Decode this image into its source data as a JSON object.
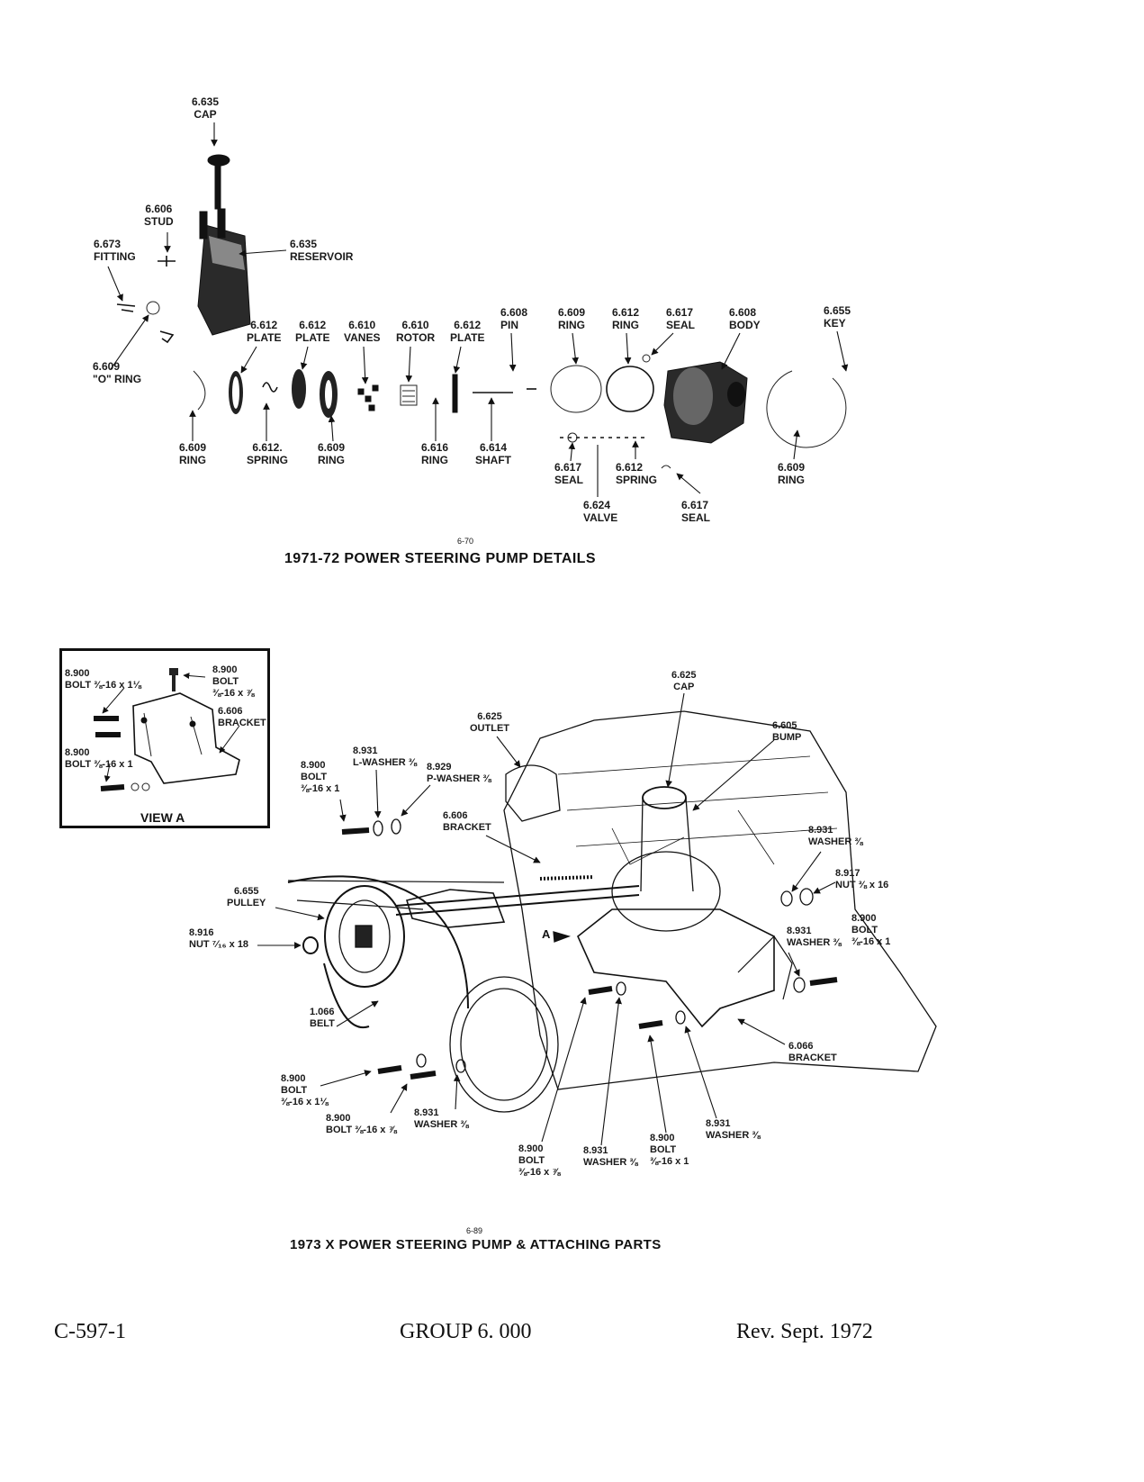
{
  "figure1": {
    "fig_number": "6-70",
    "title": "1971-72 POWER STEERING PUMP DETAILS",
    "labels": {
      "cap": [
        "6.635",
        "CAP"
      ],
      "stud": [
        "6.606",
        "STUD"
      ],
      "fitting": [
        "6.673",
        "FITTING"
      ],
      "reservoir": [
        "6.635",
        "RESERVOIR"
      ],
      "o_ring": [
        "6.609",
        "\"O\" RING"
      ],
      "plate_1": [
        "6.612",
        "PLATE"
      ],
      "plate_2": [
        "6.612",
        "PLATE"
      ],
      "vanes": [
        "6.610",
        "VANES"
      ],
      "rotor": [
        "6.610",
        "ROTOR"
      ],
      "plate_3": [
        "6.612",
        "PLATE"
      ],
      "pin": [
        "6.608",
        "PIN"
      ],
      "ring_top_1": [
        "6.609",
        "RING"
      ],
      "ring_top_2": [
        "6.612",
        "RING"
      ],
      "seal_top": [
        "6.617",
        "SEAL"
      ],
      "body": [
        "6.608",
        "BODY"
      ],
      "key": [
        "6.655",
        "KEY"
      ],
      "ring_bottom_1": [
        "6.609",
        "RING"
      ],
      "spring_1": [
        "6.612.",
        "SPRING"
      ],
      "ring_bottom_2": [
        "6.609",
        "RING"
      ],
      "ring_bottom_3": [
        "6.616",
        "RING"
      ],
      "shaft": [
        "6.614",
        "SHAFT"
      ],
      "seal_bottom_1": [
        "6.617",
        "SEAL"
      ],
      "spring_2": [
        "6.612",
        "SPRING"
      ],
      "valve": [
        "6.624",
        "VALVE"
      ],
      "seal_bottom_2": [
        "6.617",
        "SEAL"
      ],
      "ring_bottom_right": [
        "6.609",
        "RING"
      ]
    }
  },
  "view_a": {
    "title": "VIEW A",
    "labels": {
      "bolt_top_left": [
        "8.900",
        "BOLT ⅜-16 x 1⅛"
      ],
      "bolt_top_right": [
        "8.900",
        "BOLT",
        "⅜-16 x ⅞"
      ],
      "bracket": [
        "6.606",
        "BRACKET"
      ],
      "bolt_bottom": [
        "8.900",
        "BOLT ⅜-16 x 1"
      ]
    }
  },
  "figure2": {
    "fig_number": "6-89",
    "title": "1973 X POWER STEERING PUMP & ATTACHING PARTS",
    "view_marker": "A",
    "labels": {
      "cap": [
        "6.625",
        "CAP"
      ],
      "outlet": [
        "6.625",
        "OUTLET"
      ],
      "pump": [
        "6.605",
        "BUMP"
      ],
      "l_washer": [
        "8.931",
        "L-WASHER ⅜"
      ],
      "bolt_1": [
        "8.900",
        "BOLT",
        "⅜-16 x 1"
      ],
      "p_washer": [
        "8.929",
        "P-WASHER ⅜"
      ],
      "bracket_top": [
        "6.606",
        "BRACKET"
      ],
      "washer_right_top": [
        "8.931",
        "WASHER ⅜"
      ],
      "nut_right": [
        "8.917",
        "NUT ⅜ x 16"
      ],
      "pulley": [
        "6.655",
        "PULLEY"
      ],
      "nut_left": [
        "8.916",
        "NUT ⁷⁄₁₆ x 18"
      ],
      "washer_right_mid": [
        "8.931",
        "WASHER ⅜"
      ],
      "bolt_right": [
        "8.900",
        "BOLT",
        "⅜-16 x 1"
      ],
      "belt": [
        "1.066",
        "BELT"
      ],
      "bracket_bottom": [
        "6.066",
        "BRACKET"
      ],
      "bolt_bottom_left": [
        "8.900",
        "BOLT",
        "⅜-16 x 1⅛"
      ],
      "bolt_bottom_left_2": [
        "8.900",
        "BOLT ⅜-16 x ⅞"
      ],
      "washer_bottom_left": [
        "8.931",
        "WASHER ⅜"
      ],
      "bolt_bottom_mid": [
        "8.900",
        "BOLT",
        "⅜-16 x ⅞"
      ],
      "washer_bottom_mid": [
        "8.931",
        "WASHER ⅜"
      ],
      "bolt_bottom_right": [
        "8.900",
        "BOLT",
        "⅜-16 x 1"
      ],
      "washer_bottom_right": [
        "8.931",
        "WASHER ⅜"
      ]
    }
  },
  "footer": {
    "left": "C-597-1",
    "center": "GROUP 6. 000",
    "right": "Rev. Sept. 1972"
  }
}
